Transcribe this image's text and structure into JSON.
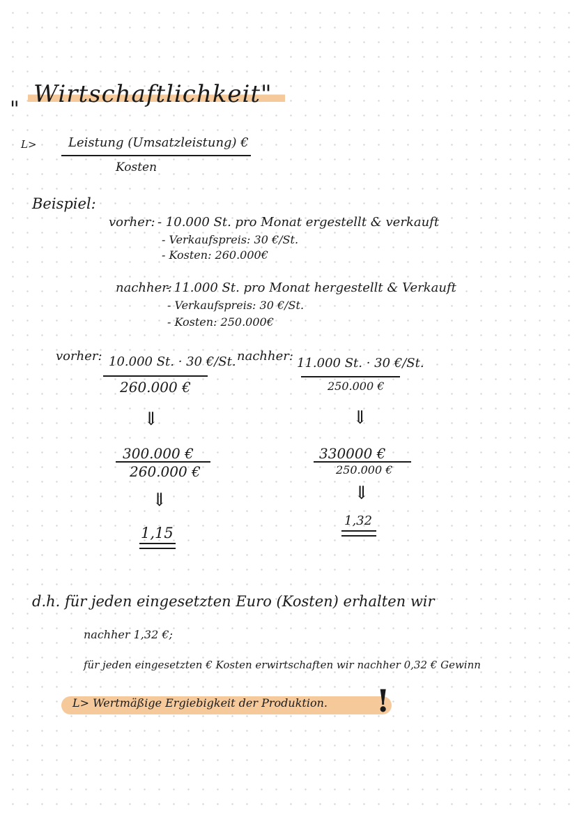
{
  "title": "Wirtschaftlichkeit",
  "quote_open": "\"",
  "quote_close": "\"",
  "definition": {
    "arrow": "L>",
    "numerator": "Leistung (Umsatzleistung) €",
    "denominator": "Kosten"
  },
  "example": {
    "heading": "Beispiel:",
    "before": {
      "label": "vorher:",
      "line1": "- 10.000 St. pro Monat ergestellt & verkauft",
      "line2": "- Verkaufspreis: 30 €/St.",
      "line3": "- Kosten: 260.000€"
    },
    "after": {
      "label": "nachher:",
      "line1": "- 11.000 St. pro Monat hergestellt & Verkauft",
      "line2": "- Verkaufspreis: 30 €/St.",
      "line3": "- Kosten: 250.000€"
    }
  },
  "calc_before": {
    "label": "vorher:",
    "numerator": "10.000 St. · 30 €/St.",
    "denominator": "260.000 €",
    "arrow": "⇓",
    "numerator2": "300.000 €",
    "denominator2": "260.000 €",
    "arrow2": "⇓",
    "result": "1,15"
  },
  "calc_after": {
    "label": "nachher:",
    "numerator": "11.000 St. · 30 €/St.",
    "denominator": "250.000 €",
    "arrow": "⇓",
    "numerator2": "330000 €",
    "denominator2": "250.000 €",
    "arrow2": "⇓",
    "result": "1,32"
  },
  "conclusion": {
    "line1": "d.h. für jeden eingesetzten Euro (Kosten) erhalten wir",
    "line2": "nachher 1,32 €;",
    "line3": "für jeden eingesetzten € Kosten erwirtschaften wir nachher 0,32 € Gewinn",
    "highlight": "L> Wertmäßige Ergiebigkeit der Produktion.",
    "exclamation": "!"
  }
}
